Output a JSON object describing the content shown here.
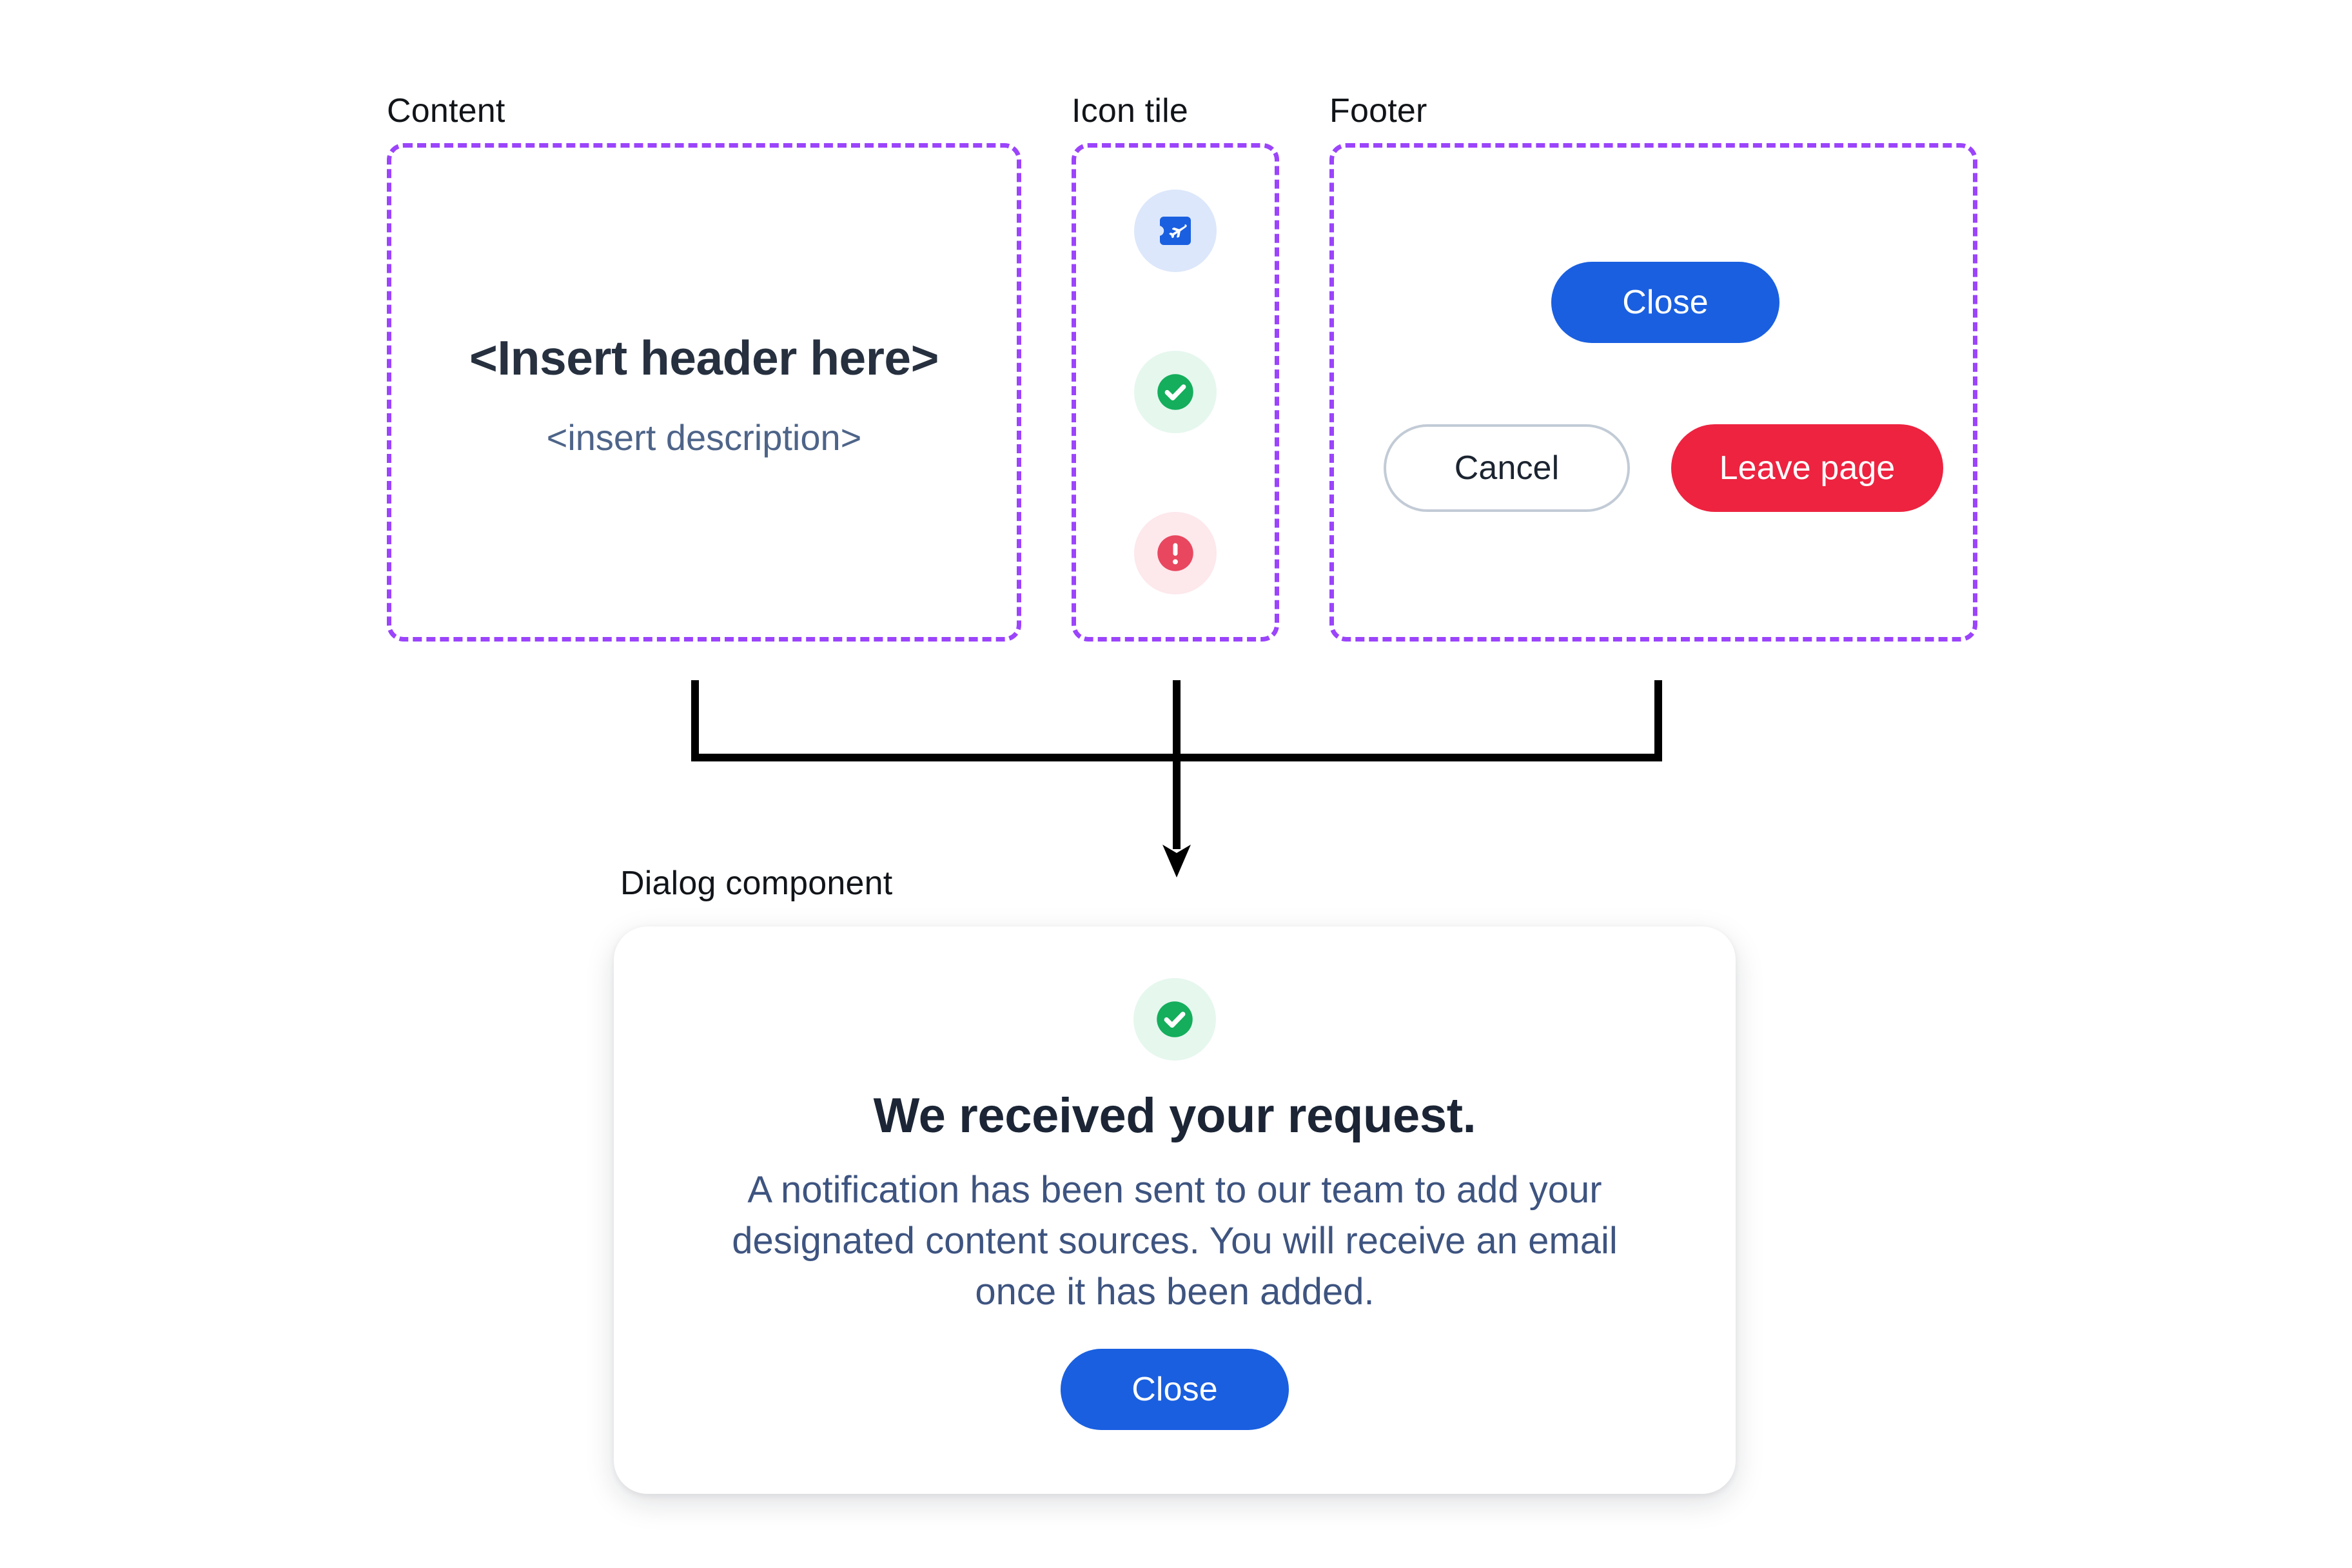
{
  "annotations": {
    "content_label": "Content",
    "icon_tile_label": "Icon tile",
    "footer_label": "Footer",
    "dialog_label": "Dialog component"
  },
  "content_spec": {
    "header_placeholder": "<Insert header here>",
    "description_placeholder": "<insert description>"
  },
  "icon_tiles": [
    {
      "name": "flight-ticket-icon",
      "tile_bg": "#DCE7FB",
      "glyph_color": "#1A5FE0"
    },
    {
      "name": "success-check-icon",
      "tile_bg": "#E6F7EE",
      "glyph_color": "#14AE5C"
    },
    {
      "name": "error-alert-icon",
      "tile_bg": "#FDE8EC",
      "glyph_color": "#E8475F"
    }
  ],
  "footer_spec": {
    "close_label": "Close",
    "cancel_label": "Cancel",
    "leave_page_label": "Leave page"
  },
  "dialog": {
    "title": "We received your request.",
    "body": "A notification has been sent to our team to add your designated content sources. You will receive an email once it has been added.",
    "close_label": "Close",
    "status_icon": "success-check-icon"
  },
  "colors": {
    "spec_outline": "#9B44FB",
    "primary_blue": "#1A5FE0",
    "danger_red": "#ED2340",
    "success_green": "#14AE5C",
    "error_red": "#E8475F",
    "heading_ink": "#26303F",
    "body_ink": "#4E6489",
    "secondary_border": "#C2CBD6",
    "connector": "#000000"
  }
}
